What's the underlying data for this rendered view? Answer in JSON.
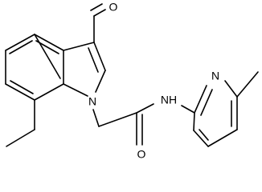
{
  "molecule": {
    "atoms": {
      "aldehyde_oxygen": "O",
      "indole_nitrogen": "N",
      "amide_nh": "NH",
      "pyridine_nitrogen": "N",
      "amide_oxygen": "O"
    }
  },
  "colors": {
    "bond": "#000000",
    "label": "#000000",
    "background": "#ffffff"
  }
}
